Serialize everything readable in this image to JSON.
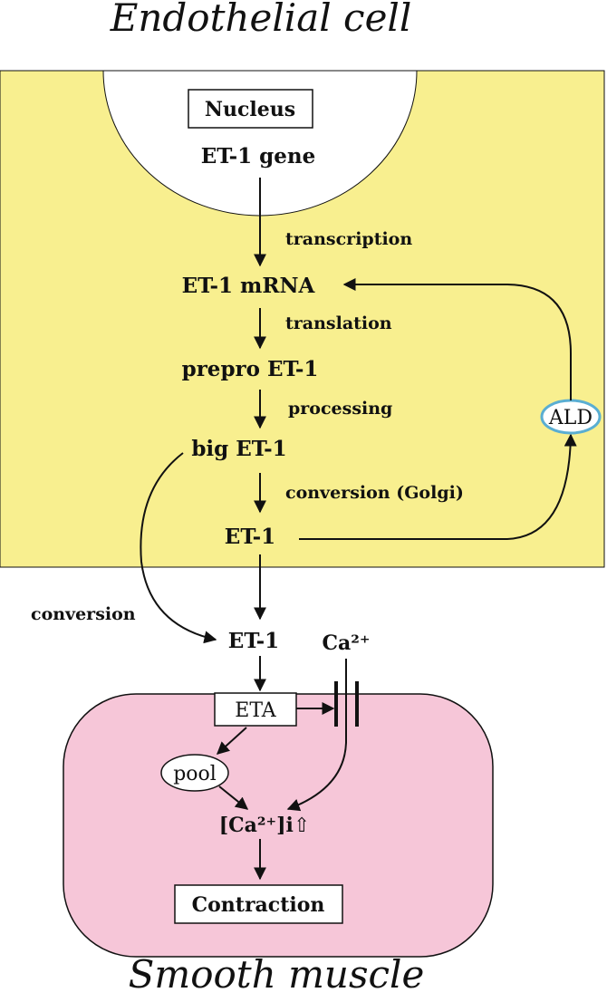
{
  "titles": {
    "top": "Endothelial cell",
    "bottom": "Smooth muscle"
  },
  "nodes": {
    "nucleus": "Nucleus",
    "gene": "ET-1  gene",
    "mrna": "ET-1  mRNA",
    "prepro": "prepro  ET-1",
    "big": "big  ET-1",
    "et1_cell": "ET-1",
    "et1_out": "ET-1",
    "calcium": "Ca²⁺",
    "eta": "ETA",
    "pool": "pool",
    "ca_i": "[Ca²⁺]i⇧",
    "contraction": "Contraction",
    "ald": "ALD"
  },
  "steps": {
    "transcription": "transcription",
    "translation": "translation",
    "processing": "processing",
    "conversion_golgi": "conversion (Golgi)",
    "conversion": "conversion"
  },
  "colors": {
    "endothelial_fill": "#f8ef8f",
    "muscle_fill": "#f6c6d8",
    "ald_border": "#5aaed2",
    "line": "#111111"
  }
}
